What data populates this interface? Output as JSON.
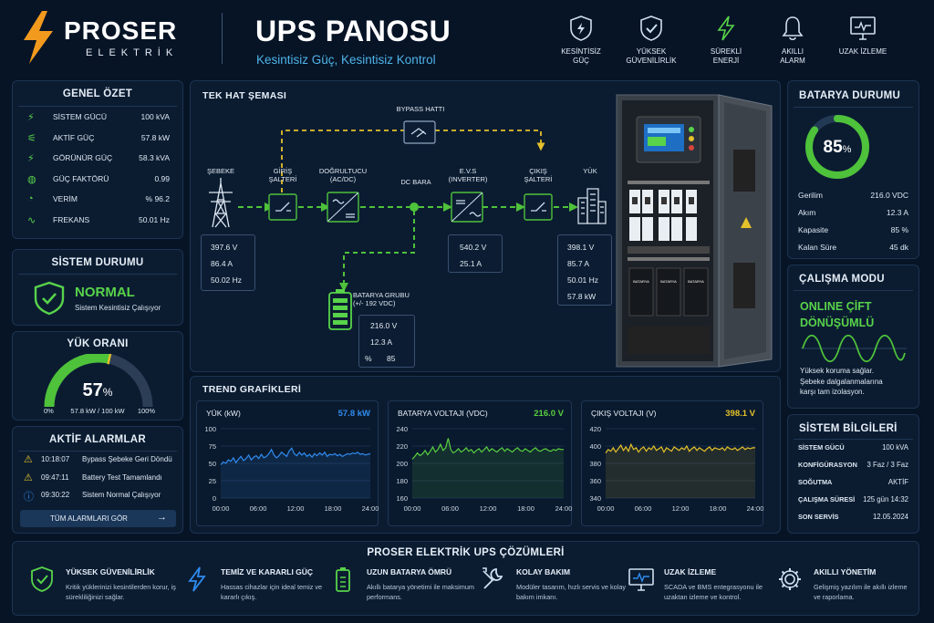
{
  "brand": {
    "name": "PROSER",
    "sub": "ELEKTRİK"
  },
  "header": {
    "title": "UPS PANOSU",
    "subtitle": "Kesintisiz Güç, Kesintisiz Kontrol",
    "features": [
      {
        "l1": "KESİNTİSİZ",
        "l2": "GÜÇ"
      },
      {
        "l1": "YÜKSEK",
        "l2": "GÜVENİLİRLİK"
      },
      {
        "l1": "SÜREKLİ",
        "l2": "ENERJİ"
      },
      {
        "l1": "AKILLI",
        "l2": "ALARM"
      },
      {
        "l1": "UZAK İZLEME",
        "l2": ""
      }
    ]
  },
  "summary": {
    "title": "GENEL ÖZET",
    "rows": [
      {
        "label": "SİSTEM GÜCÜ",
        "value": "100 kVA"
      },
      {
        "label": "AKTİF GÜÇ",
        "value": "57.8 kW"
      },
      {
        "label": "GÖRÜNÜR GÜÇ",
        "value": "58.3 kVA"
      },
      {
        "label": "GÜÇ FAKTÖRÜ",
        "value": "0.99"
      },
      {
        "label": "VERİM",
        "value": "% 96.2"
      },
      {
        "label": "FREKANS",
        "value": "50.01 Hz"
      }
    ]
  },
  "status": {
    "title": "SİSTEM DURUMU",
    "state": "NORMAL",
    "desc": "Sistem Kesintisiz Çalışıyor"
  },
  "load": {
    "title": "YÜK ORANI",
    "percent": 57,
    "value": "57",
    "unit": "%",
    "min": "0%",
    "max": "100%",
    "detail": "57.8 kW / 100 kW"
  },
  "alarms": {
    "title": "AKTİF ALARMLAR",
    "items": [
      {
        "time": "10:18:07",
        "text": "Bypass Şebeke Geri Döndü",
        "type": "warn"
      },
      {
        "time": "09:47:11",
        "text": "Battery Test Tamamlandı",
        "type": "warn"
      },
      {
        "time": "09:30:22",
        "text": "Sistem Normal Çalışıyor",
        "type": "info"
      }
    ],
    "button": "TÜM ALARMLARI GÖR"
  },
  "diagram": {
    "title": "TEK HAT ŞEMASI",
    "bypass": "BYPASS HATTI",
    "sebeke": "ŞEBEKE",
    "giris": {
      "l1": "GİRİŞ",
      "l2": "ŞALTERİ"
    },
    "dogrultucu": {
      "l1": "DOĞRULTUCU",
      "l2": "(AC/DC)"
    },
    "dcbara": "DC BARA",
    "evs": {
      "l1": "E.V.S",
      "l2": "(INVERTER)"
    },
    "cikis": {
      "l1": "ÇIKIŞ",
      "l2": "ŞALTERİ"
    },
    "yuk": "YÜK",
    "batarya": {
      "l1": "BATARYA GRUBU",
      "l2": "(+/- 192 VDC)"
    },
    "in": [
      "397.6 V",
      "86.4 A",
      "50.02 Hz"
    ],
    "inv": [
      "540.2 V",
      "25.1 A"
    ],
    "out": [
      "398.1 V",
      "85.7 A",
      "50.01 Hz",
      "57.8 kW"
    ],
    "bat": [
      "216.0 V",
      "12.3 A",
      "%",
      "85"
    ]
  },
  "battery": {
    "title": "BATARYA DURUMU",
    "percent": 85,
    "value": "85",
    "unit": "%",
    "rows": [
      {
        "label": "Gerilim",
        "value": "216.0 VDC"
      },
      {
        "label": "Akım",
        "value": "12.3 A"
      },
      {
        "label": "Kapasite",
        "value": "85 %"
      },
      {
        "label": "Kalan Süre",
        "value": "45 dk"
      }
    ]
  },
  "mode": {
    "title": "ÇALIŞMA MODU",
    "l1": "ONLINE ÇİFT",
    "l2": "DÖNÜŞÜMLÜ",
    "desc": [
      "Yüksek koruma sağlar.",
      "Şebeke dalgalanmalarına",
      "karşı tam izolasyon."
    ]
  },
  "sysinfo": {
    "title": "SİSTEM BİLGİLERİ",
    "rows": [
      {
        "label": "SİSTEM GÜCÜ",
        "value": "100 kVA"
      },
      {
        "label": "KONFİGÜRASYON",
        "value": "3 Faz / 3 Faz"
      },
      {
        "label": "SOĞUTMA",
        "value": "AKTİF"
      },
      {
        "label": "ÇALIŞMA SÜRESİ",
        "value": "125 gün 14:32"
      },
      {
        "label": "SON SERVİS",
        "value": "12.05.2024"
      }
    ]
  },
  "trend": {
    "title": "TREND GRAFİKLERİ"
  },
  "chart_data": [
    {
      "type": "line",
      "title": "YÜK (kW)",
      "current": "57.8 kW",
      "color": "#2f8cf0",
      "ylim": [
        0,
        100
      ],
      "yticks": [
        "100",
        "75",
        "50",
        "25",
        "0"
      ],
      "xticks": [
        "00:00",
        "06:00",
        "12:00",
        "18:00",
        "24:00"
      ],
      "values": [
        48,
        52,
        50,
        55,
        53,
        58,
        51,
        56,
        60,
        54,
        57,
        62,
        55,
        59,
        61,
        57,
        63,
        58,
        60,
        64,
        70,
        62,
        58,
        61,
        66,
        63,
        60,
        68,
        72,
        64,
        61,
        66,
        62,
        65,
        60,
        63,
        59,
        64,
        61,
        65,
        62,
        66,
        60,
        63,
        62,
        64,
        61,
        63,
        60,
        62,
        64,
        63,
        65,
        64,
        66,
        63,
        64,
        62,
        63,
        64
      ]
    },
    {
      "type": "line",
      "title": "BATARYA VOLTAJI (VDC)",
      "current": "216.0 V",
      "color": "#59cf3f",
      "ylim": [
        160,
        240
      ],
      "yticks": [
        "240",
        "220",
        "200",
        "180",
        "160"
      ],
      "xticks": [
        "00:00",
        "06:00",
        "12:00",
        "18:00",
        "24:00"
      ],
      "values": [
        205,
        208,
        212,
        209,
        211,
        215,
        210,
        214,
        219,
        213,
        216,
        222,
        215,
        218,
        229,
        216,
        212,
        214,
        217,
        213,
        215,
        218,
        214,
        216,
        212,
        215,
        217,
        213,
        216,
        219,
        214,
        217,
        215,
        213,
        216,
        218,
        214,
        217,
        215,
        213,
        216,
        218,
        215,
        214,
        217,
        215,
        213,
        216,
        218,
        215,
        214,
        216,
        217,
        215,
        214,
        216,
        215,
        217,
        216,
        216
      ]
    },
    {
      "type": "line",
      "title": "ÇIKIŞ VOLTAJI (V)",
      "current": "398.1 V",
      "color": "#e4c12a",
      "ylim": [
        340,
        420
      ],
      "yticks": [
        "420",
        "400",
        "380",
        "360",
        "340"
      ],
      "xticks": [
        "00:00",
        "06:00",
        "12:00",
        "18:00",
        "24:00"
      ],
      "values": [
        392,
        396,
        394,
        398,
        393,
        397,
        401,
        395,
        399,
        394,
        402,
        396,
        398,
        393,
        397,
        399,
        394,
        398,
        396,
        400,
        395,
        397,
        399,
        393,
        398,
        396,
        394,
        399,
        397,
        395,
        398,
        396,
        400,
        394,
        397,
        399,
        395,
        398,
        396,
        394,
        397,
        399,
        395,
        398,
        397,
        396,
        398,
        395,
        399,
        397,
        396,
        398,
        395,
        397,
        399,
        396,
        398,
        397,
        398,
        398
      ]
    }
  ],
  "solutions": {
    "title": "PROSER ELEKTRİK UPS ÇÖZÜMLERİ",
    "items": [
      {
        "title": "YÜKSEK GÜVENİLİRLİK",
        "desc": "Kritik yüklerinizi kesintilerden korur, iş sürekliliğinizi sağlar."
      },
      {
        "title": "TEMİZ VE KARARLI GÜÇ",
        "desc": "Hassas cihazlar için ideal temiz ve kararlı çıkış."
      },
      {
        "title": "UZUN BATARYA ÖMRÜ",
        "desc": "Akıllı batarya yönetimi ile maksimum performans."
      },
      {
        "title": "KOLAY BAKIM",
        "desc": "Modüler tasarım, hızlı servis ve kolay bakım imkanı."
      },
      {
        "title": "UZAK İZLEME",
        "desc": "SCADA ve BMS entegrasyonu ile uzaktan izleme ve kontrol."
      },
      {
        "title": "AKILLI YÖNETİM",
        "desc": "Gelişmiş yazılım ile akıllı izleme ve raporlama."
      }
    ]
  },
  "cabinet_labels": {
    "battery_unit": "BATARYA"
  },
  "colors": {
    "bg": "#061426",
    "panel": "#0b1c31",
    "accent_green": "#58d34a",
    "accent_blue": "#2f8cf0",
    "accent_yellow": "#e4c12a",
    "orange": "#f29a1d"
  }
}
